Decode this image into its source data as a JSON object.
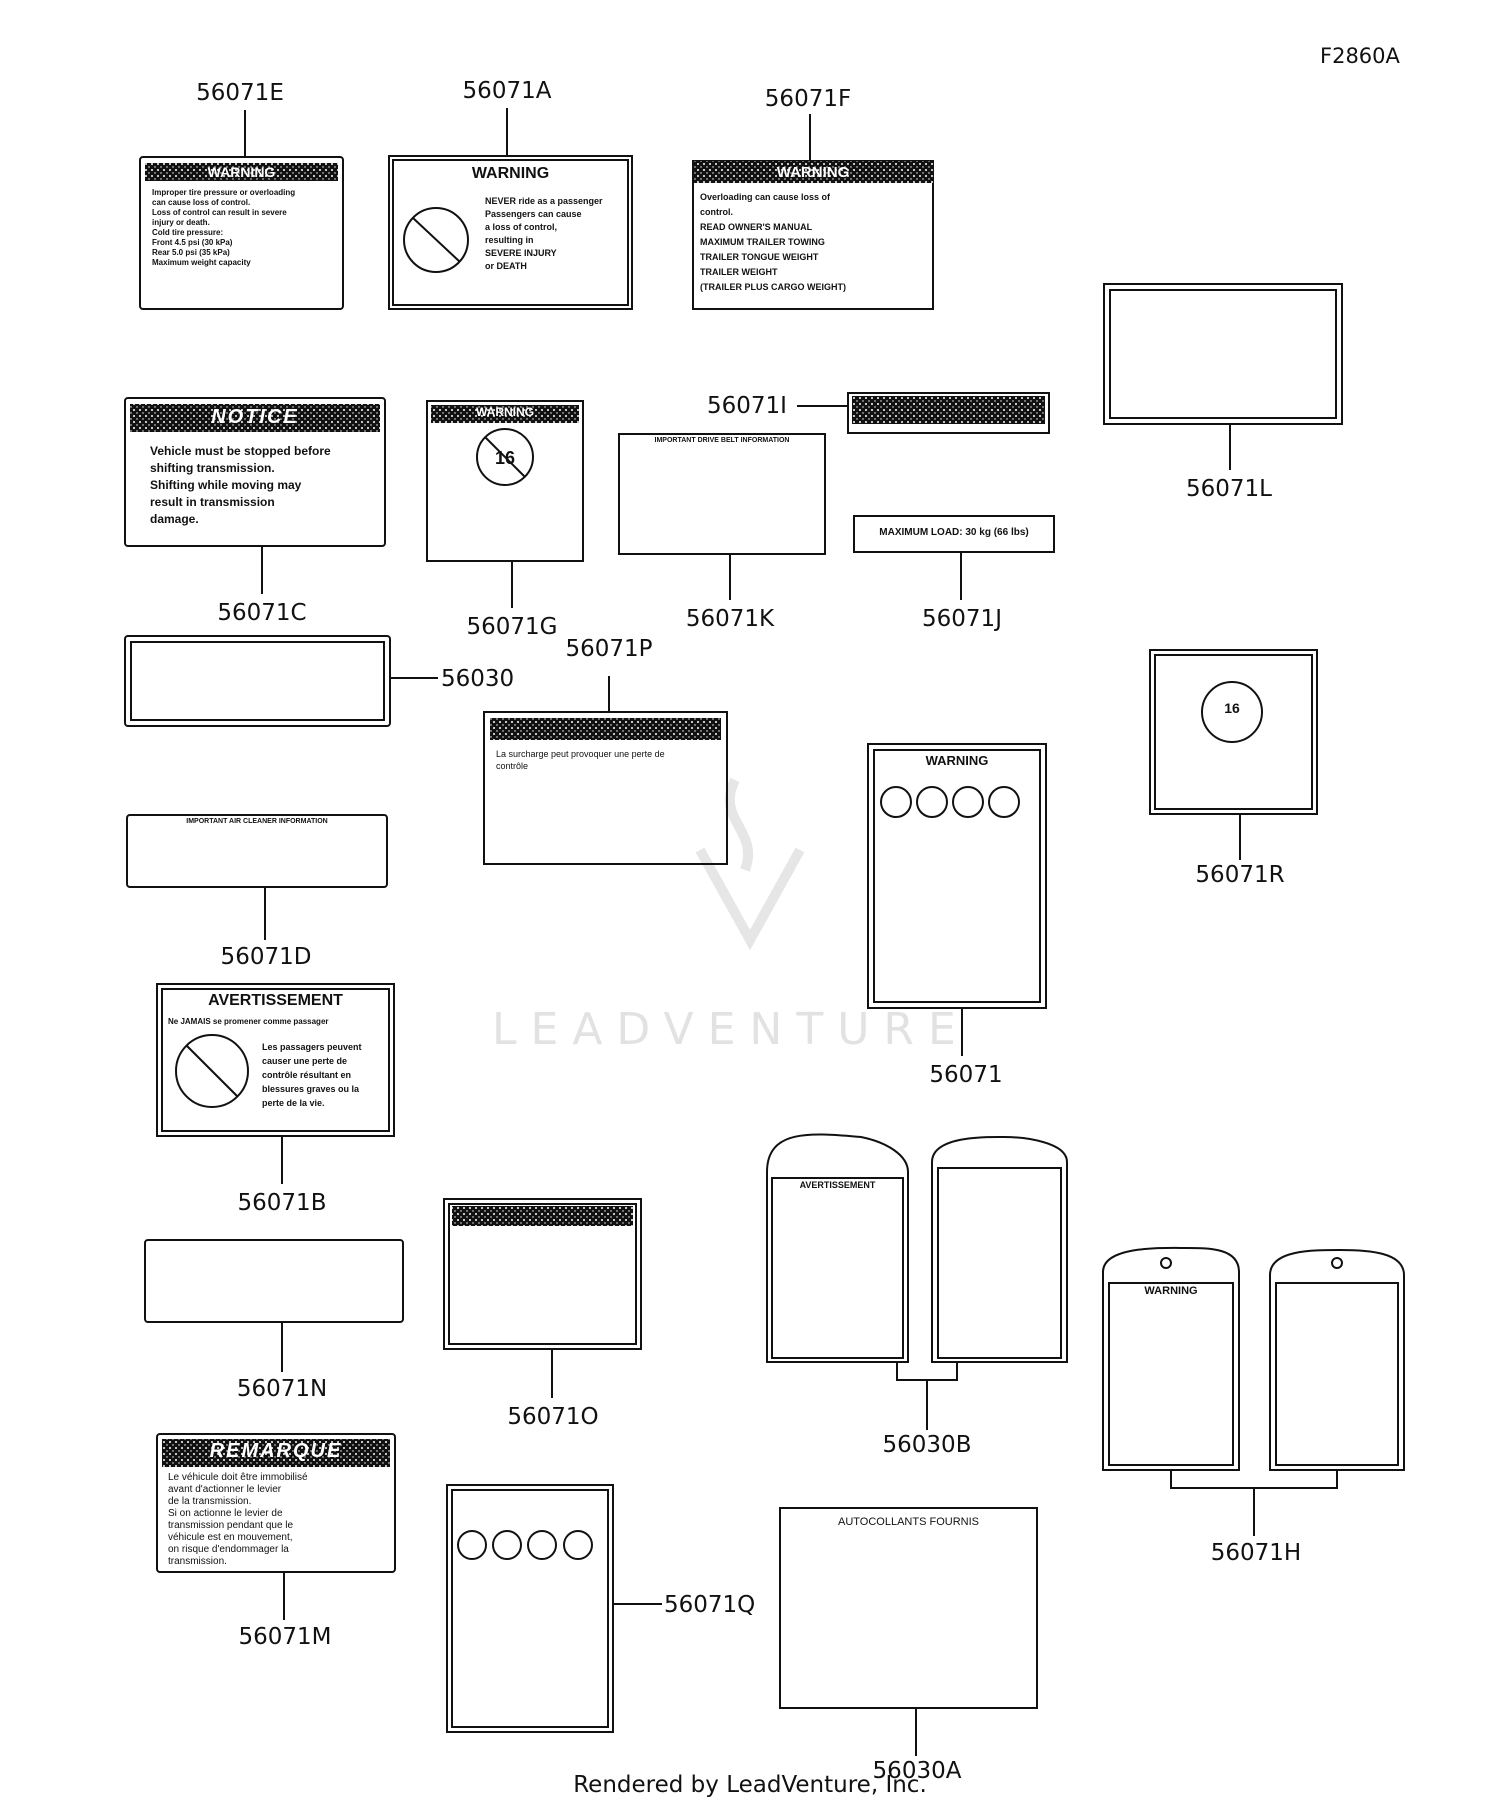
{
  "figure_id": "F2860A",
  "footer": "Rendered by LeadVenture, Inc.",
  "watermark": "LEADVENTURE",
  "colors": {
    "ink": "#111111",
    "watermark": "#e2e2e2",
    "background": "#ffffff"
  },
  "labels": {
    "E": {
      "part": "56071E",
      "heading": "WARNING",
      "lines": [
        "Improper tire pressure or overloading",
        "can cause loss of control.",
        "Loss of control can result in severe",
        "injury or death.",
        "Cold tire pressure:",
        "Front 4.5 psi (30 kPa)",
        "Rear 5.0 psi (35 kPa)",
        "Maximum weight capacity"
      ]
    },
    "A": {
      "part": "56071A",
      "heading": "WARNING",
      "lines": [
        "NEVER ride as a passenger",
        "Passengers can cause",
        "a loss of control,",
        "resulting in",
        "SEVERE INJURY",
        "or DEATH"
      ]
    },
    "F": {
      "part": "56071F",
      "heading": "WARNING",
      "lines": [
        "Overloading can cause loss of",
        "control.",
        "READ OWNER'S MANUAL",
        "MAXIMUM TRAILER TOWING",
        "TRAILER TONGUE WEIGHT",
        "TRAILER WEIGHT",
        "(TRAILER PLUS CARGO WEIGHT)"
      ]
    },
    "L": {
      "part": "56071L"
    },
    "C": {
      "part": "56071C",
      "heading": "NOTICE",
      "lines": [
        "Vehicle must be stopped before",
        "shifting transmission.",
        "Shifting while moving may",
        "result in transmission",
        "damage."
      ]
    },
    "G": {
      "part": "56071G",
      "heading": "WARNING",
      "badge": "16"
    },
    "K": {
      "part": "56071K",
      "heading": "IMPORTANT DRIVE BELT INFORMATION"
    },
    "I": {
      "part": "56071I"
    },
    "J": {
      "part": "56071J",
      "text": "MAXIMUM LOAD: 30 kg (66 lbs)"
    },
    "56030": {
      "part": "56030"
    },
    "P": {
      "part": "56071P",
      "lines": [
        "La surcharge peut provoquer une perte de",
        "contrôle"
      ]
    },
    "R": {
      "part": "56071R",
      "badge": "16"
    },
    "D": {
      "part": "56071D",
      "heading": "IMPORTANT AIR CLEANER INFORMATION"
    },
    "56071": {
      "part": "56071",
      "heading": "WARNING"
    },
    "B": {
      "part": "56071B",
      "heading": "AVERTISSEMENT",
      "subheading": "Ne JAMAIS se promener comme passager",
      "lines": [
        "Les passagers peuvent",
        "causer une perte de",
        "contrôle résultant en",
        "blessures graves ou la",
        "perte de la vie."
      ]
    },
    "N": {
      "part": "56071N"
    },
    "O": {
      "part": "56071O"
    },
    "30B": {
      "part": "56030B",
      "heading": "AVERTISSEMENT"
    },
    "H": {
      "part": "56071H",
      "heading": "WARNING"
    },
    "M": {
      "part": "56071M",
      "heading": "REMARQUE",
      "lines": [
        "Le véhicule doit être immobilisé",
        "avant d'actionner le levier",
        "de la transmission.",
        "Si on actionne le levier de",
        "transmission pendant que le",
        "véhicule est en mouvement,",
        "on risque d'endommager la",
        "transmission."
      ]
    },
    "Q": {
      "part": "56071Q"
    },
    "30A": {
      "part": "56030A",
      "heading": "AUTOCOLLANTS FOURNIS"
    }
  }
}
